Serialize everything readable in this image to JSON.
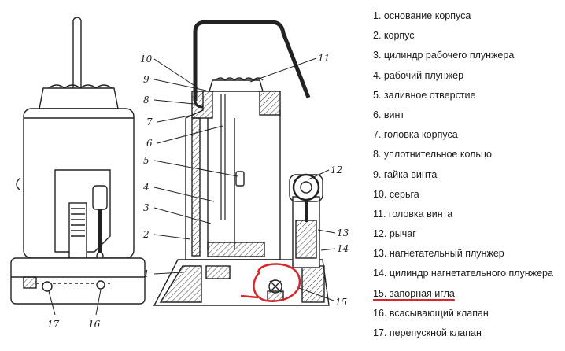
{
  "legend": {
    "items": [
      {
        "text": "1. основание корпуса"
      },
      {
        "text": "2. корпус"
      },
      {
        "text": "3. цилиндр рабочего плунжера"
      },
      {
        "text": "4. рабочий плунжер"
      },
      {
        "text": "5. заливное отверстие"
      },
      {
        "text": "6. винт"
      },
      {
        "text": "7. головка корпуса"
      },
      {
        "text": "8. уплотнительное кольцо"
      },
      {
        "text": "9. гайка винта"
      },
      {
        "text": "10. серьга"
      },
      {
        "text": "11. головка винта"
      },
      {
        "text": "12. рычаг"
      },
      {
        "text": "13. нагнетательный плунжер"
      },
      {
        "text": "14. цилиндр нагнетательного плунжера"
      },
      {
        "text": "15. запорная игла"
      },
      {
        "text": "16. всасывающий клапан"
      },
      {
        "text": "17. перепускной клапан"
      }
    ],
    "highlight_index": 14,
    "highlight_color": "#d8262c"
  },
  "callouts": [
    "1",
    "2",
    "3",
    "4",
    "5",
    "6",
    "7",
    "8",
    "9",
    "10",
    "11",
    "12",
    "13",
    "14",
    "15",
    "16",
    "17"
  ]
}
